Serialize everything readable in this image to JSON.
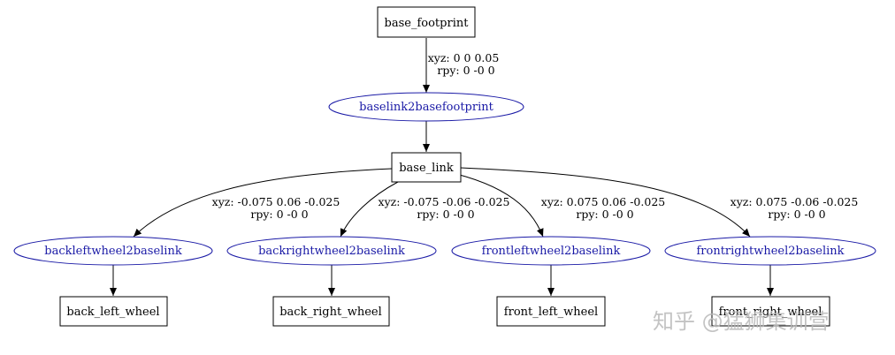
{
  "colors": {
    "link_stroke": "#000000",
    "joint_stroke": "#1a1aa6",
    "joint_text": "#1a1aa6",
    "edge": "#000000",
    "watermark": "#b8b8b8"
  },
  "links": {
    "base_footprint": "base_footprint",
    "base_link": "base_link",
    "back_left_wheel": "back_left_wheel",
    "back_right_wheel": "back_right_wheel",
    "front_left_wheel": "front_left_wheel",
    "front_right_wheel": "front_right_wheel"
  },
  "joints": {
    "baselink2basefootprint": "baselink2basefootprint",
    "backleftwheel2baselink": "backleftwheel2baselink",
    "backrightwheel2baselink": "backrightwheel2baselink",
    "frontleftwheel2baselink": "frontleftwheel2baselink",
    "frontrightwheel2baselink": "frontrightwheel2baselink"
  },
  "edge_labels": {
    "footprint": {
      "xyz": "xyz: 0 0 0.05",
      "rpy": "rpy: 0 -0 0"
    },
    "back_left": {
      "xyz": "xyz: -0.075 0.06 -0.025",
      "rpy": "rpy: 0 -0 0"
    },
    "back_right": {
      "xyz": "xyz: -0.075 -0.06 -0.025",
      "rpy": "rpy: 0 -0 0"
    },
    "front_left": {
      "xyz": "xyz: 0.075 0.06 -0.025",
      "rpy": "rpy: 0 -0 0"
    },
    "front_right": {
      "xyz": "xyz: 0.075 -0.06 -0.025",
      "rpy": "rpy: 0 -0 0"
    }
  },
  "watermark": "知乎 @猛狮集训营"
}
